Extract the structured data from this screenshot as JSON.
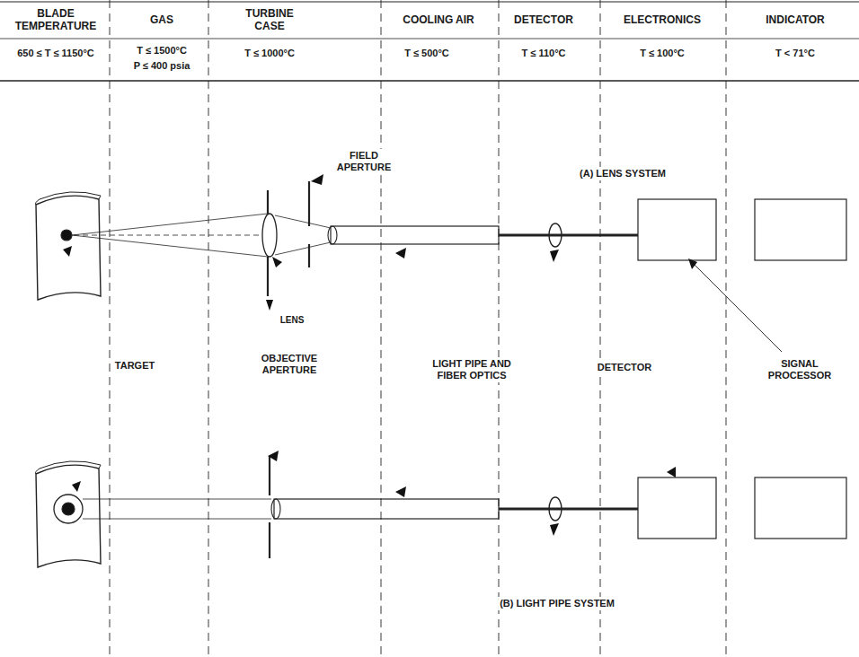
{
  "diagram": {
    "labels": [
      "BLADE TEMPERATURE",
      "GAS",
      "TURBINE CASE",
      "COOLING AIR",
      "DETECTOR",
      "ELECTRONICS",
      "INDICATOR",
      "650 ≤ T ≤ 1150°C",
      "T ≤ 1500°C",
      "P ≤ 400 psia",
      "T ≤ 1000°C",
      "T ≤ 500°C",
      "T ≤ 110°C",
      "T ≤ 100°C",
      "T < 71°C",
      "FIELD APERTURE",
      "(A) LENS SYSTEM",
      "LENS",
      "TARGET",
      "OBJECTIVE APERTURE",
      "LIGHT PIPE AND FIBER OPTICS",
      "DETECTOR",
      "SIGNAL PROCESSOR",
      "(B) LIGHT PIPE SYSTEM"
    ]
  }
}
